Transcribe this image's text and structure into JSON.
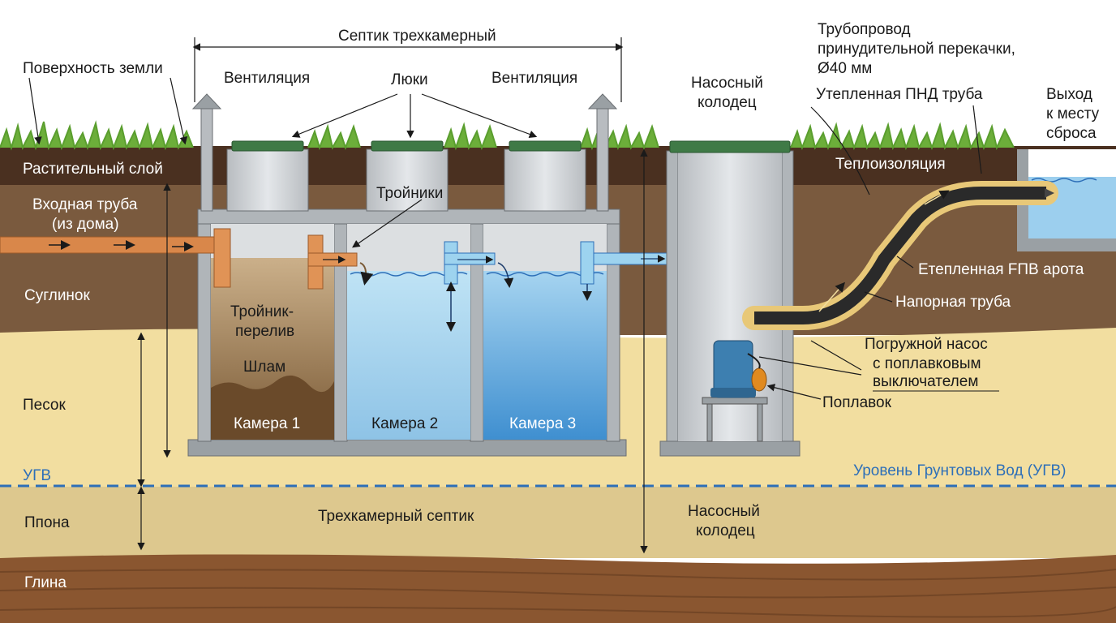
{
  "labels": {
    "title": "Септик трехкамерный",
    "ground_surface": "Поверхность земли",
    "vent_left": "Вентиляция",
    "vent_right": "Вентиляция",
    "hatches": "Люки",
    "pump_well_top_1": "Насосный",
    "pump_well_top_2": "колодец",
    "pipeline_1": "Трубопровод",
    "pipeline_2": "принудительной перекачки,",
    "pipeline_3": "Ø40 мм",
    "insulated_pipe": "Утепленная ПНД труба",
    "outlet_1": "Выход",
    "outlet_2": "к месту",
    "outlet_3": "сброса",
    "topsoil": "Растительный слой",
    "inlet_1": "Входная труба",
    "inlet_2": "(из дома)",
    "tees": "Тройники",
    "thermal_insulation": "Теплоизоляция",
    "loam": "Суглинок",
    "overflow_tee_1": "Тройник-",
    "overflow_tee_2": "перелив",
    "sludge": "Шлам",
    "insulated_pipe_2": "Етепленная FПВ арота",
    "pressure_pipe": "Напорная труба",
    "pump_1": "Погружной насос",
    "pump_2": "с поплавковым",
    "pump_3": "выключателем",
    "float": "Поплавок",
    "sand": "Песок",
    "chamber_1": "Камера 1",
    "chamber_2": "Камера 2",
    "chamber_3": "Камера 3",
    "gwl_short": "УГВ",
    "gwl_long": "Уровень Грунтовых Вод (УГВ)",
    "layer_ppona": "Ппона",
    "bottom_septic": "Трехкамерный септик",
    "bottom_well_1": "Насосный",
    "bottom_well_2": "колодец",
    "clay": "Глина"
  },
  "colors": {
    "grass": "#5a9e2e",
    "topsoil": "#4a3020",
    "loam": "#7a5a3e",
    "sand": "#f2dea0",
    "ppona": "#ddc88e",
    "clay": "#8a5630",
    "concrete": "#cfd3d6",
    "water": "#8ec7e8",
    "sludge": "#9c7a4a",
    "inlet_pipe": "#d9874a",
    "gwl_line": "#2d6fb8",
    "pump": "#3d7fb0",
    "float": "#e08a20",
    "insulation": "#e8c878"
  }
}
